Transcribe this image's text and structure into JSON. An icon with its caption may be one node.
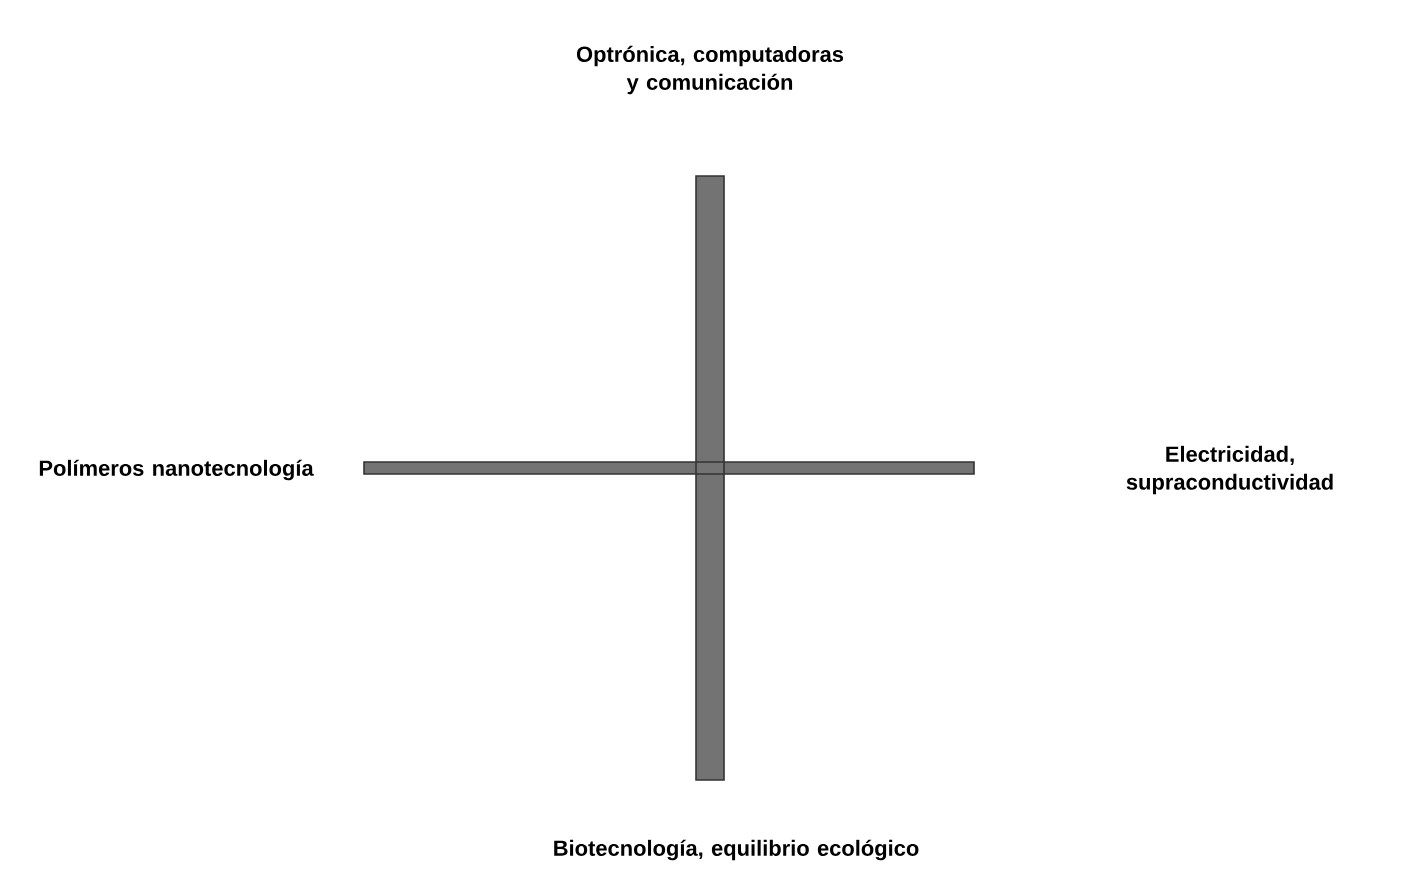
{
  "diagram": {
    "labels": [
      "Optrónica, computadoras y comunicación",
      "Polímeros nanotecnología",
      "Electricidad, supraconductividad",
      "Biotecnología, equilibrio ecológico"
    ]
  }
}
